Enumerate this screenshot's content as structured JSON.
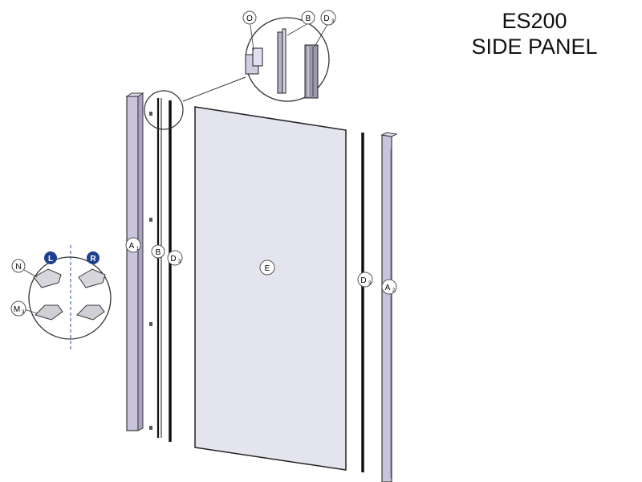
{
  "title": {
    "line1": "ES200",
    "line2": "SIDE PANEL"
  },
  "labels": {
    "glass": "E",
    "wall_profile_left": "A",
    "wall_profile_left_sub": "1",
    "wall_profile_right": "A",
    "wall_profile_right_sub": "2",
    "magnet_strip": "B",
    "seal_left": "D",
    "seal_left_sub": "3",
    "seal_right": "D",
    "seal_right_sub": "3",
    "detail_o": "O",
    "detail_b": "B",
    "detail_d": "D",
    "detail_d_sub": "3",
    "cap_n": "N",
    "cap_m": "M",
    "cap_m_sub": "3",
    "left_tag": "L",
    "right_tag": "R"
  },
  "colors": {
    "profile_fill": "#c9c3dc",
    "glass_fill": "#e4e4ef",
    "seal": "#111111",
    "outline": "#3a3a3a",
    "tag_fill": "#1f3f8f"
  }
}
